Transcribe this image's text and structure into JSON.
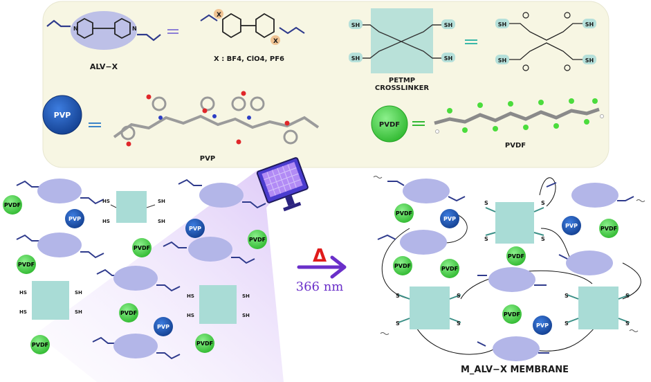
{
  "top_panel": {
    "alv_label": "ALV−X",
    "anion_label": "X : BF4, ClO4, PF6",
    "x_mark": "X",
    "x_charge": "−",
    "plus": "+",
    "n_atom": "N",
    "petmp_label_1": "PETMP",
    "petmp_label_2": "CROSSLINKER",
    "sh_group": "SH",
    "pvp_chip": "PVP",
    "pvp_label": "PVP",
    "pvdf_chip": "PVDF",
    "pvdf_label": "PVDF"
  },
  "reaction": {
    "heat_symbol": "Δ",
    "wavelength": "366 nm"
  },
  "left_mixture": {
    "pvdf_chip": "PVDF",
    "pvp_chip": "PVP",
    "hs_group": "HS",
    "sh_group": "SH"
  },
  "right_membrane": {
    "pvdf_chip": "PVDF",
    "pvp_chip": "PVP",
    "s_atom": "S",
    "title": "M_ALV−X MEMBRANE"
  },
  "colors": {
    "panel_bg": "#f7f6e3",
    "viologen_blob": "#b3b6e8",
    "crosslinker_box": "#a9dcd6",
    "pvdf_green": "#46d146",
    "pvp_blue": "#1e57b4",
    "arrow_purple": "#6a2fc9",
    "delta_red": "#e01b1b",
    "uv_glow": "#c29bf0"
  }
}
